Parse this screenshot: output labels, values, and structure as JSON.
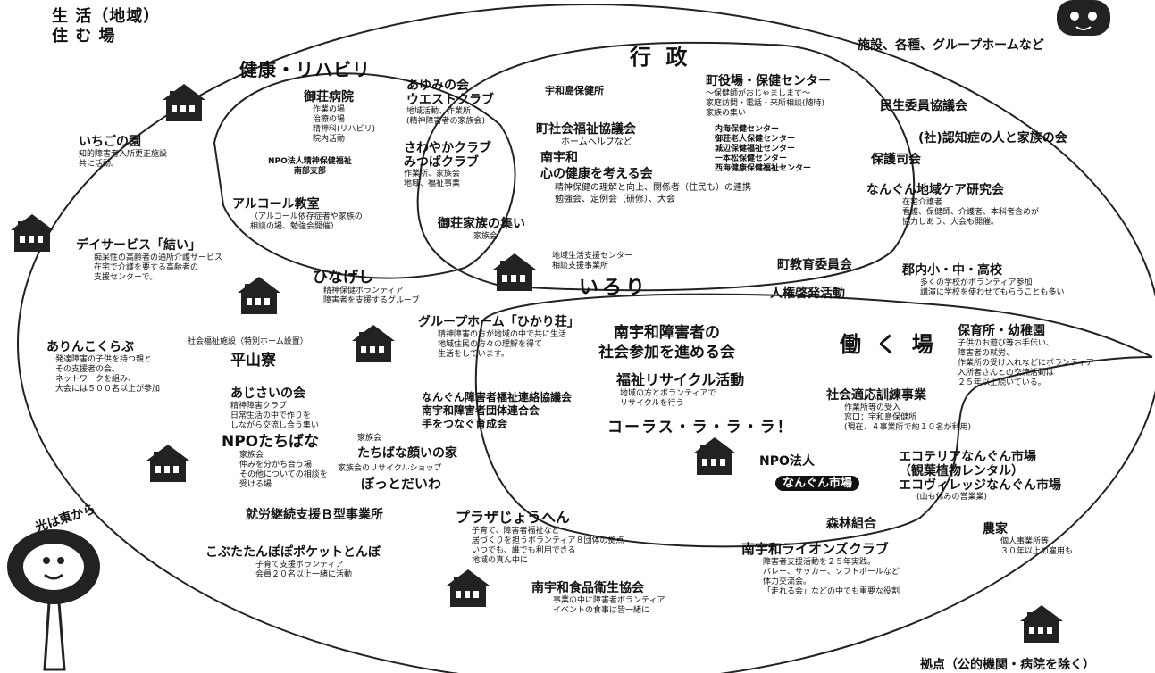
{
  "corner_label": {
    "line1": "生 活（地域）",
    "line2": "住 む 場"
  },
  "sections": {
    "kenko": "健康・リハビリ",
    "gyosei": "行 政",
    "hataraku": "働 く 場",
    "shisetsu": "施設、各種、グループホームなど"
  },
  "bottom_right_caption": "拠点（公的機関・病院を除く）",
  "bottom_left_caption": "光は東から",
  "items": [
    {
      "id": "ichigo",
      "title": "いちごの園",
      "detail": "知的障害者入所更正施設\n共に活動。"
    },
    {
      "id": "kamo",
      "title": "御荘病院",
      "detail": "作業の場\n治療の場\n精神科(リハビリ)\n院内活動"
    },
    {
      "id": "npo_nanbu",
      "title": "NPO法人精神保健福祉\n南部支部",
      "detail": ""
    },
    {
      "id": "ayumi",
      "title": "あゆみの会\nウエストクラブ",
      "detail": "地域活動、作業所\n(精神障害者の家族会)"
    },
    {
      "id": "sawayaka",
      "title": "さわやかクラブ\nみつばクラブ",
      "detail": "作業所、家族会\n地域、福祉事業"
    },
    {
      "id": "uwajima_hoken",
      "title": "宇和島保健所",
      "detail": ""
    },
    {
      "id": "shakyo",
      "title": "町社会福祉協議会",
      "detail": "ホームヘルプなど"
    },
    {
      "id": "yakuba",
      "title": "町役場・保健センター",
      "detail": "～保健師がおじゃまします～\n家庭訪問・電話・来所相談(随時)\n家族の集い"
    },
    {
      "id": "centers",
      "title": "",
      "detail": "内海保健センター\n御荘老人保健センター\n城辺保健福祉センター\n一本松保健センター\n西海健康保健福祉センター"
    },
    {
      "id": "minsei",
      "title": "民生委員協議会",
      "detail": ""
    },
    {
      "id": "ninchi",
      "title": "(社)認知症の人と家族の会",
      "detail": ""
    },
    {
      "id": "hogoshi",
      "title": "保護司会",
      "detail": ""
    },
    {
      "id": "chiiki_care",
      "title": "なんぐん地域ケア研究会",
      "detail": "在宅介護者\n看護、保健師、介護者、本科者含めが\n協力しあう、大会も開催。"
    },
    {
      "id": "kokoro",
      "title": "南宇和\n心の健康を考える会",
      "detail": "精神保健の理解と向上、関係者（住民も）の連携\n勉強会、定例会（研修）、大会"
    },
    {
      "id": "alcohol",
      "title": "アルコール教室",
      "detail": "（アルコール依存症者や家族の\n相談の場、勉強会開催）"
    },
    {
      "id": "gosho_kazoku",
      "title": "御荘家族の集い",
      "detail": "家族会"
    },
    {
      "id": "day_yui",
      "title": "デイサービス「結い」",
      "detail": "痴呆性の高齢者の通所介護サービス\n在宅で介護を要する高齢者の\n支援センターで。"
    },
    {
      "id": "hinageshi",
      "title": "ひなげし",
      "detail": "精神保健ボランティア\n障害者を支援するグループ"
    },
    {
      "id": "irori",
      "title": "いろり",
      "detail": "地域生活支援センター\n相談支援事業所"
    },
    {
      "id": "kyoiku",
      "title": "町教育委員会",
      "detail": ""
    },
    {
      "id": "jinken",
      "title": "人権啓発活動",
      "detail": ""
    },
    {
      "id": "gakko",
      "title": "郡内小・中・高校",
      "detail": "多くの学校がボランティア参加\n講演に学校を使わせてもらうことも多い"
    },
    {
      "id": "hikari",
      "title": "グループホーム「ひかり荘」",
      "detail": "精神障害の方が地域の中で共に生活\n地域住民の方々の理解を得て\n生活をしています。"
    },
    {
      "id": "arinko",
      "title": "ありんこくらぶ",
      "detail": "発達障害の子供を持つ親と\nその支援者の会。\nネットワークを組み、\n大会には５００名以上が参加"
    },
    {
      "id": "hirayama",
      "title": "平山寮",
      "detail": "社会福祉施設（特別ホーム設置）"
    },
    {
      "id": "ajisai",
      "title": "あじさいの会",
      "detail": "精神障害クラブ\n日常生活の中で作りを\nしながら交流し合う集い"
    },
    {
      "id": "shakai_sanka",
      "title": "南宇和障害者の\n社会参加を進める会",
      "detail": ""
    },
    {
      "id": "recycle",
      "title": "福祉リサイクル活動",
      "detail": "地域の方とボランティアで\nリサイクルを行う"
    },
    {
      "id": "chorus",
      "title": "コーラス・ラ・ラ・ラ！",
      "detail": ""
    },
    {
      "id": "hoikusho",
      "title": "保育所・幼稚園",
      "detail": "子供のお遊び等お手伝い、\n障害者の就労、\n作業所の受け入れなどにボランティア\n入所者さんとの交流活動は\n２５年以上続いている。"
    },
    {
      "id": "nangun_renraku",
      "title": "なんぐん障害者福祉連絡協議会\n南宇和障害者団体連合会\n手をつなぐ育成会",
      "detail": ""
    },
    {
      "id": "shakai_tekio",
      "title": "社会適応訓練事業",
      "detail": "作業所等の受入\n窓口：宇和島保健所\n(現在、４事業所で約１０名が利用)"
    },
    {
      "id": "tachibana",
      "title": "NPOたちばな",
      "detail": "家族会\n仲みを分かち合う場\nその他についての相談を\n受ける場"
    },
    {
      "id": "tachibana_tsudoi",
      "title": "たちばな顔いの家",
      "detail": "家族会"
    },
    {
      "id": "pottodaiwa",
      "title": "ぽっとだいわ",
      "detail": "家族会のリサイクルショップ"
    },
    {
      "id": "npo_nangun",
      "title": "NPO法人",
      "detail": "なんぐん市場"
    },
    {
      "id": "ecoteria",
      "title": "エコテリアなんぐん市場\n（観葉植物レンタル）\nエコヴィレッジなんぐん市場",
      "detail": "(山も休みの営業業)"
    },
    {
      "id": "shuro_b",
      "title": "就労継続支援Ｂ型事業所",
      "detail": ""
    },
    {
      "id": "plaza",
      "title": "プラザじょうへん",
      "detail": "子育て、障害者福祉など\n居づくりを担うボランティア８団体の拠点\nいつでも、誰でも利用できる\n地域の真ん中に"
    },
    {
      "id": "shinrin",
      "title": "森林組合",
      "detail": ""
    },
    {
      "id": "noka",
      "title": "農家",
      "detail": "個人事業所等\n３０年以上の雇用も"
    },
    {
      "id": "lions",
      "title": "南宇和ライオンズクラブ",
      "detail": "障害者支援活動を２５年実践。\nバレー、サッカー、ソフトボールなど\n体力交流会。\n「走れる会」などの中でも重要な役割"
    },
    {
      "id": "kodomo",
      "title": "こぶたたんぽぽポケットとんぼ",
      "detail": "子育て支援ボランティア\n会員２０名以上一緒に活動"
    },
    {
      "id": "shokuhin",
      "title": "南宇和食品衛生協会",
      "detail": "事業の中に障害者ボランティア\nイベントの食事は皆一緒に"
    }
  ]
}
